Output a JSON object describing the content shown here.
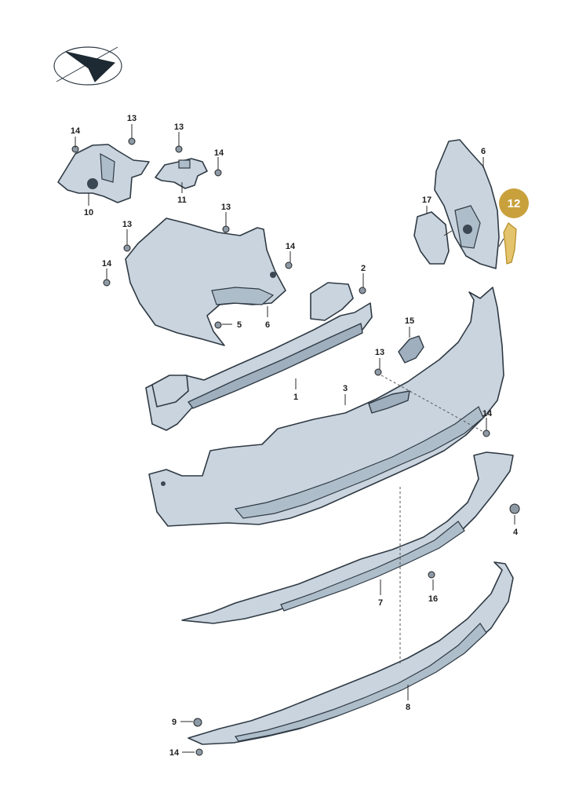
{
  "highlight": {
    "label": "12",
    "color": "#c9a13c"
  },
  "callouts": [
    "14",
    "13",
    "13",
    "14",
    "10",
    "11",
    "13",
    "13",
    "14",
    "14",
    "6",
    "5",
    "2",
    "1",
    "6",
    "17",
    "15",
    "13",
    "3",
    "14",
    "4",
    "7",
    "16",
    "8",
    "9",
    "14"
  ]
}
